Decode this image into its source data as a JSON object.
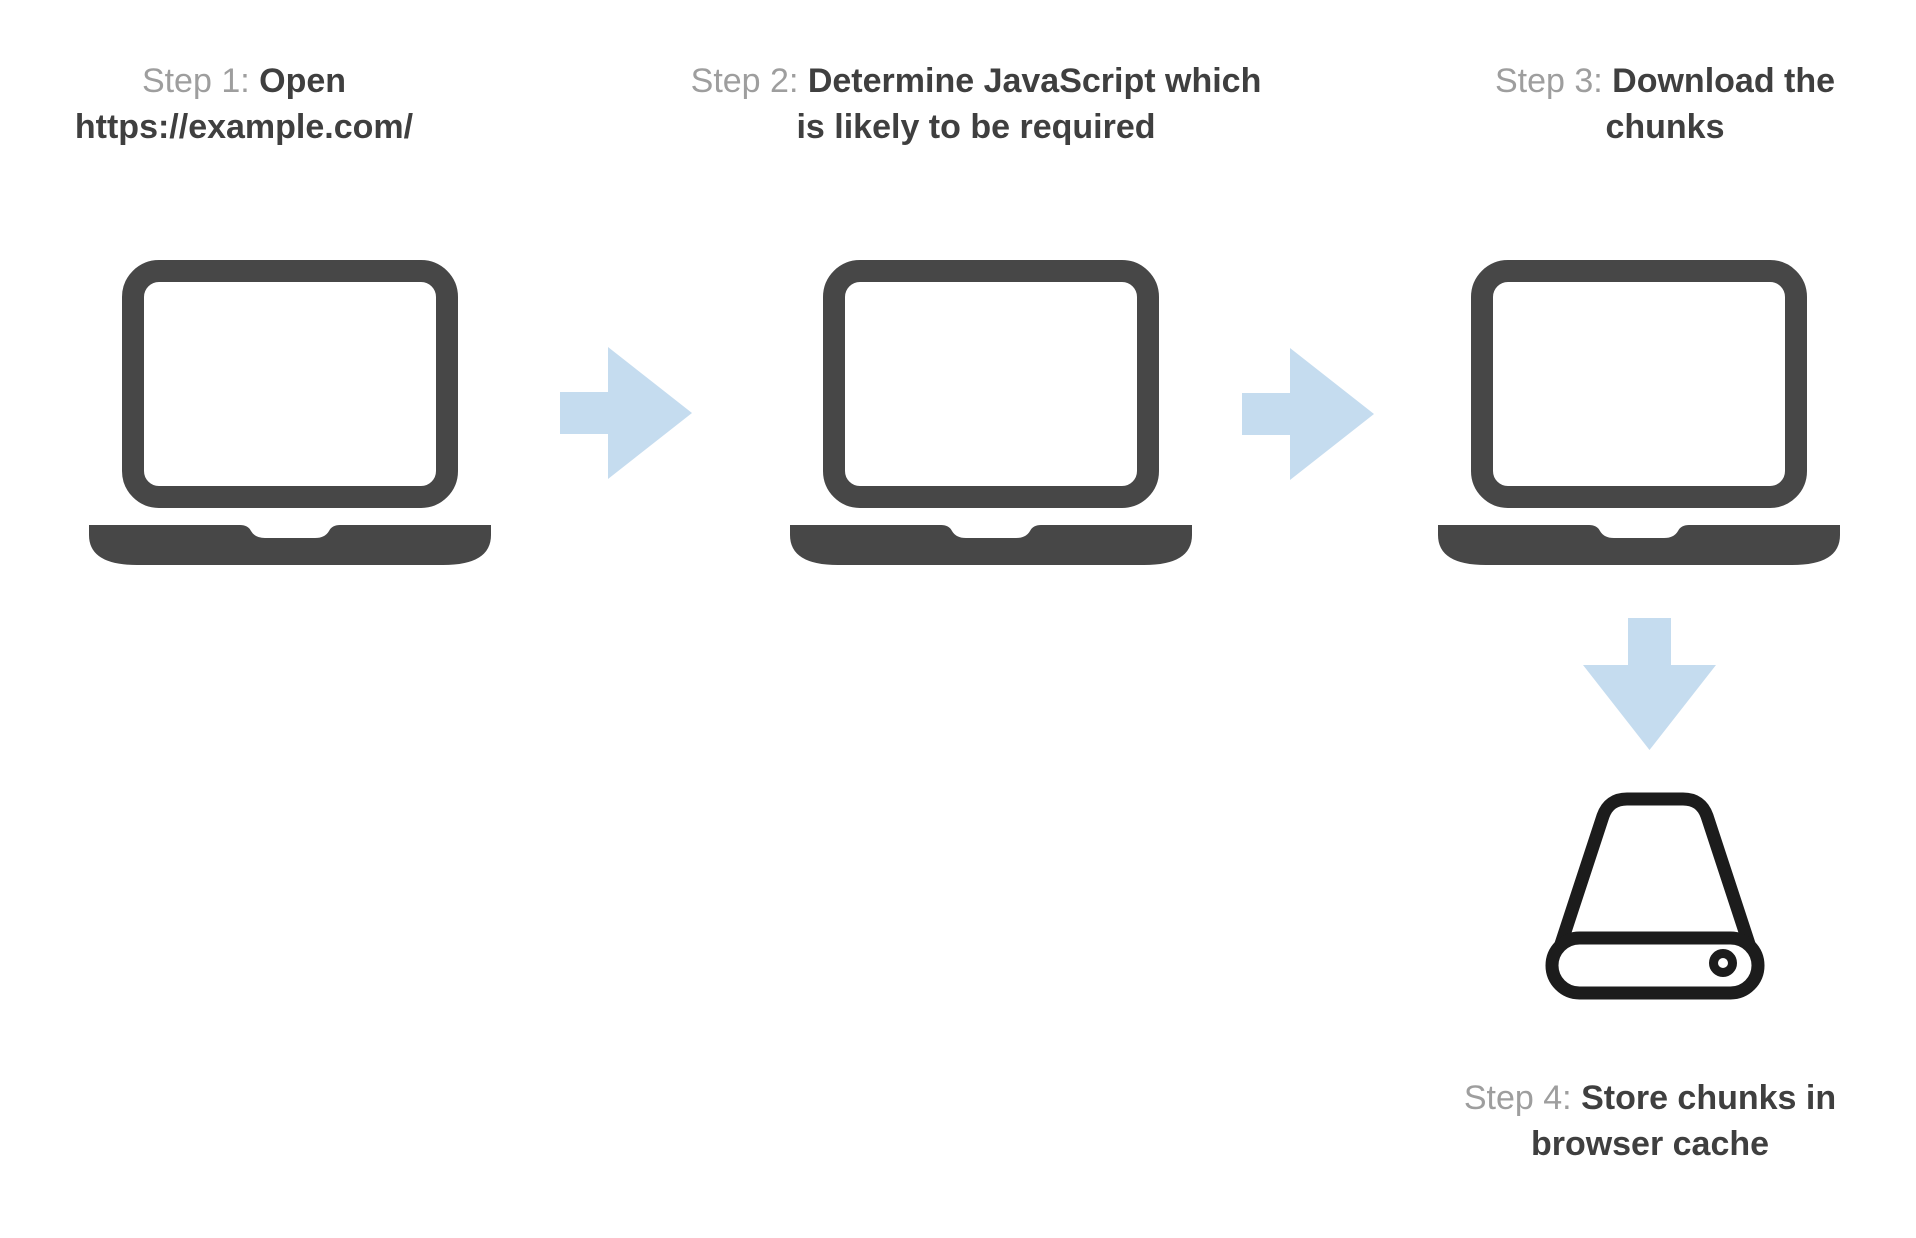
{
  "diagram": {
    "background": "#ffffff",
    "steps": [
      {
        "id": "step-1",
        "prefix": "Step 1: ",
        "label": "Open https://example.com/",
        "icon": "laptop"
      },
      {
        "id": "step-2",
        "prefix": "Step 2: ",
        "label": "Determine JavaScript which is likely to be required",
        "icon": "laptop"
      },
      {
        "id": "step-3",
        "prefix": "Step 3: ",
        "label": "Download the chunks",
        "icon": "laptop"
      },
      {
        "id": "step-4",
        "prefix": "Step 4: ",
        "label": "Store chunks in browser cache",
        "icon": "hard-drive"
      }
    ],
    "connectors": [
      {
        "from": "step-1",
        "to": "step-2",
        "direction": "right"
      },
      {
        "from": "step-2",
        "to": "step-3",
        "direction": "right"
      },
      {
        "from": "step-3",
        "to": "step-4",
        "direction": "down"
      }
    ],
    "colors": {
      "device": "#474747",
      "arrow": "#c5dcef",
      "drive_outline": "#1c1c1c",
      "label": "#3f3f3f",
      "prefix": "#9e9e9e"
    }
  }
}
